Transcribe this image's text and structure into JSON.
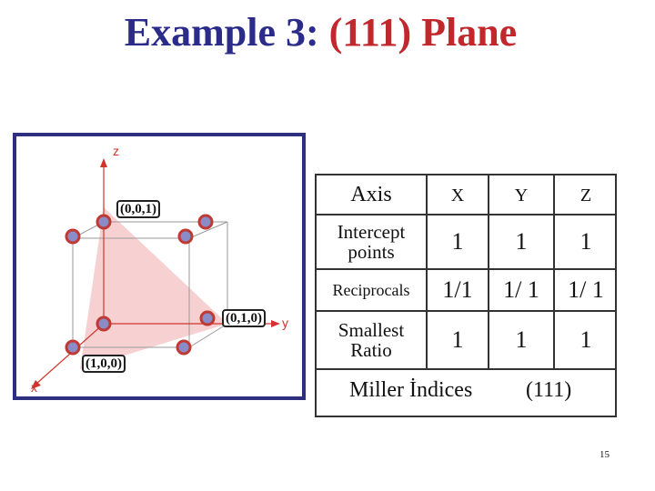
{
  "slide": {
    "title_main": "Example 3: ",
    "title_accent": "(111) Plane",
    "page_number": "15"
  },
  "diagram": {
    "axis_labels": {
      "z": "z",
      "y": "y",
      "x": "x"
    },
    "intercept_tags": {
      "z": "(0,0,1)",
      "y": "(0,1,0)",
      "x": "(1,0,0)"
    },
    "colors": {
      "frame": "#2f2f80",
      "axis": "#d0342c",
      "plane": "#f6c9c9",
      "atom_fill": "#8a8cc7",
      "atom_ring": "#c03a34"
    }
  },
  "table": {
    "header": {
      "label": "Axis",
      "cols": [
        "X",
        "Y",
        "Z"
      ]
    },
    "rows": [
      {
        "label": "Intercept points",
        "values": [
          "1",
          "1",
          "1"
        ]
      },
      {
        "label": "Reciprocals",
        "values": [
          "1/1",
          "1/ 1",
          "1/ 1"
        ]
      },
      {
        "label": "Smallest Ratio",
        "values": [
          "1",
          "1",
          "1"
        ]
      }
    ],
    "miller_label": "Miller İndices",
    "miller_value": "(111)"
  }
}
